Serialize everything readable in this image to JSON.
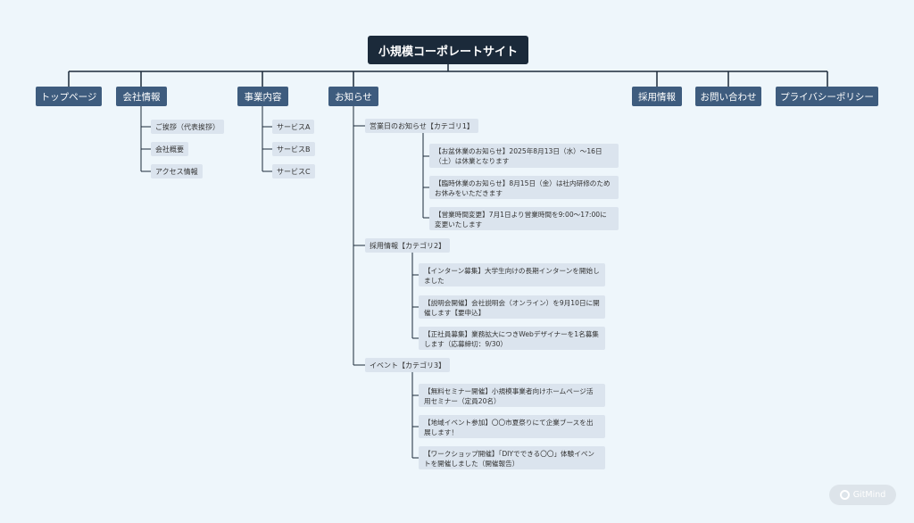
{
  "root": "小規模コーポレートサイト",
  "nav": {
    "top": "トップページ",
    "company": "会社情報",
    "business": "事業内容",
    "news": "お知らせ",
    "recruit": "採用情報",
    "contact": "お問い合わせ",
    "privacy": "プライバシーポリシー"
  },
  "company": [
    "ご挨拶（代表挨拶）",
    "会社概要",
    "アクセス情報"
  ],
  "business": [
    "サービスA",
    "サービスB",
    "サービスC"
  ],
  "news": {
    "cat1": {
      "label": "営業日のお知らせ【カテゴリ1】",
      "items": [
        "【お盆休業のお知らせ】2025年8月13日（水）～16日（土）は休業となります",
        "【臨時休業のお知らせ】8月15日（金）は社内研修のためお休みをいただきます",
        "【営業時間変更】7月1日より営業時間を9:00～17:00に変更いたします"
      ]
    },
    "cat2": {
      "label": "採用情報【カテゴリ2】",
      "items": [
        "【インターン募集】大学生向けの長期インターンを開始しました",
        "【説明会開催】会社説明会（オンライン）を9月10日に開催します【要申込】",
        "【正社員募集】業務拡大につきWebデザイナーを1名募集します（応募締切：9/30）"
      ]
    },
    "cat3": {
      "label": "イベント【カテゴリ3】",
      "items": [
        "【無料セミナー開催】小規模事業者向けホームページ活用セミナー（定員20名）",
        "【地域イベント参加】〇〇市夏祭りにて企業ブースを出展します！",
        "【ワークショップ開催】「DIYでできる〇〇」体験イベントを開催しました（開催報告）"
      ]
    }
  },
  "watermark": "GitMind",
  "colors": {
    "line": "#1b2a3a",
    "root": "#1b2a3a",
    "level1": "#3e5c7e",
    "leaf": "#dbe4ee",
    "background": "#eef6fb"
  }
}
